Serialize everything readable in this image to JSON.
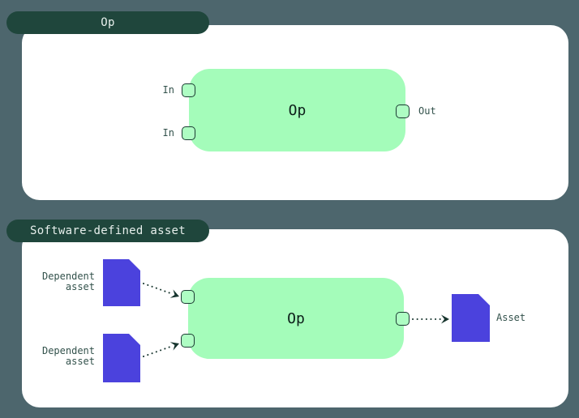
{
  "colors": {
    "background": "#4d666d",
    "card": "#ffffff",
    "pill": "#1f463c",
    "pill_text": "#e7efec",
    "node_fill": "#a4fcba",
    "node_text": "#0c1f1a",
    "port_fill": "#aefdc3",
    "port_border": "#1c3b33",
    "asset_doc_fill": "#4b42dd",
    "label_text": "#33524c",
    "arrow": "#17352e"
  },
  "sections": [
    {
      "title": "Op",
      "node": {
        "label": "Op"
      },
      "input_labels": [
        "In",
        "In"
      ],
      "output_label": "Out"
    },
    {
      "title": "Software-defined asset",
      "node": {
        "label": "Op"
      },
      "dependent_assets": [
        {
          "label": "Dependent\nasset"
        },
        {
          "label": "Dependent\nasset"
        }
      ],
      "output_asset": {
        "label": "Asset"
      }
    }
  ]
}
